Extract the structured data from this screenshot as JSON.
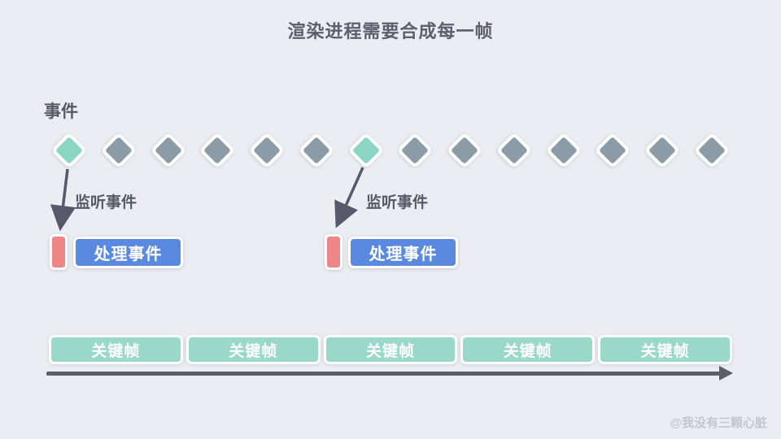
{
  "title": "渲染进程需要合成每一帧",
  "events_label": "事件",
  "colors": {
    "background": "#ECEDF2",
    "diamond_gray": "#8C9CA6",
    "diamond_teal": "#8BD5C3",
    "event_marker_pink": "#EE8587",
    "handle_button_blue": "#5A8ADF",
    "keyframe_teal": "#9AD9C9",
    "timeline_gray": "#5A5F68",
    "text_dark": "#5B5F6E"
  },
  "diamonds": [
    "teal",
    "gray",
    "gray",
    "gray",
    "gray",
    "gray",
    "teal",
    "gray",
    "gray",
    "gray",
    "gray",
    "gray",
    "gray",
    "gray"
  ],
  "event_groups": [
    {
      "listen_label": "监听事件",
      "handle_label": "处理事件"
    },
    {
      "listen_label": "监听事件",
      "handle_label": "处理事件"
    }
  ],
  "keyframes": [
    "关键帧",
    "关键帧",
    "关键帧",
    "关键帧",
    "关键帧"
  ],
  "watermark": "@我没有三颗心脏"
}
